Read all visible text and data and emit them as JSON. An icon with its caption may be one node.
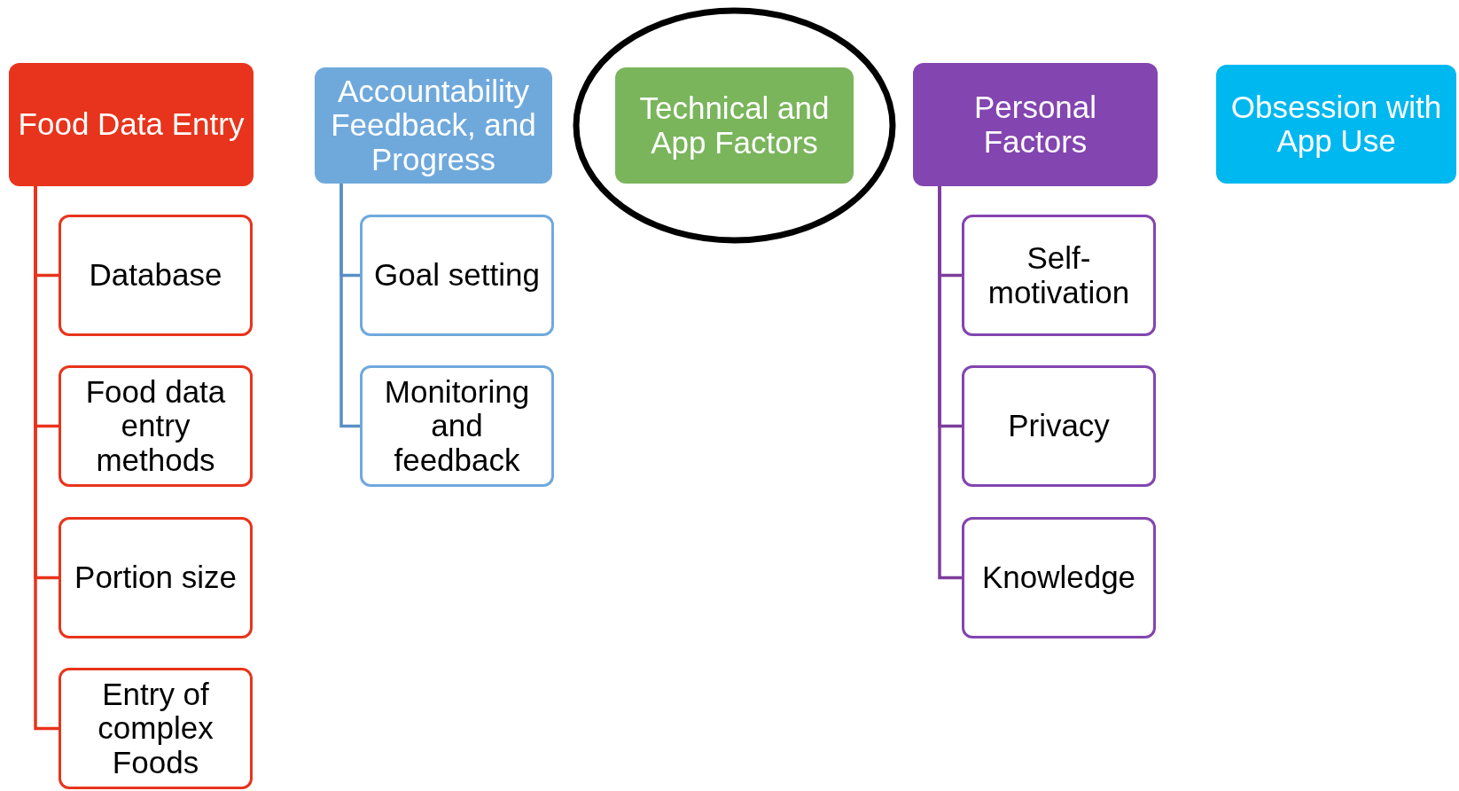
{
  "diagram": {
    "nodes": [
      {
        "text": [
          "Food Data Entry"
        ]
      },
      {
        "text": [
          "Database"
        ]
      },
      {
        "text": [
          "Food data entry methods"
        ]
      },
      {
        "text": [
          "Portion size"
        ]
      },
      {
        "text": [
          "Entry of complex Foods"
        ]
      },
      {
        "text": [
          "Accountability Feedback, and Progress"
        ]
      },
      {
        "text": [
          "Goal setting"
        ]
      },
      {
        "text": [
          "Monitoring and feedback"
        ]
      },
      {
        "text": [],
        "shape": "circle"
      },
      {
        "text": [
          "Technical and App Factors"
        ],
        "in": 8
      },
      {
        "text": [
          "Personal Factors"
        ]
      },
      {
        "text": [
          "Self-motivation"
        ]
      },
      {
        "text": [
          "Privacy"
        ]
      },
      {
        "text": [
          "Knowledge"
        ]
      },
      {
        "text": [
          "Obsession with App Use"
        ]
      }
    ],
    "edges": [
      {
        "from": 0,
        "to": 1,
        "arrow": "none",
        "color": "#e8341c"
      },
      {
        "from": 0,
        "to": 2,
        "arrow": "none",
        "color": "#e8341c"
      },
      {
        "from": 0,
        "to": 3,
        "arrow": "none",
        "color": "#e8341c"
      },
      {
        "from": 0,
        "to": 4,
        "arrow": "none",
        "color": "#e8341c"
      },
      {
        "from": 5,
        "to": 6,
        "arrow": "none",
        "color": "#5a8fc4"
      },
      {
        "from": 5,
        "to": 7,
        "arrow": "none",
        "color": "#5a8fc4"
      },
      {
        "from": 10,
        "to": 11,
        "arrow": "none",
        "color": "#7d3d9c"
      },
      {
        "from": 10,
        "to": 12,
        "arrow": "none",
        "color": "#7d3d9c"
      },
      {
        "from": 10,
        "to": 13,
        "arrow": "none",
        "color": "#7d3d9c"
      }
    ]
  }
}
